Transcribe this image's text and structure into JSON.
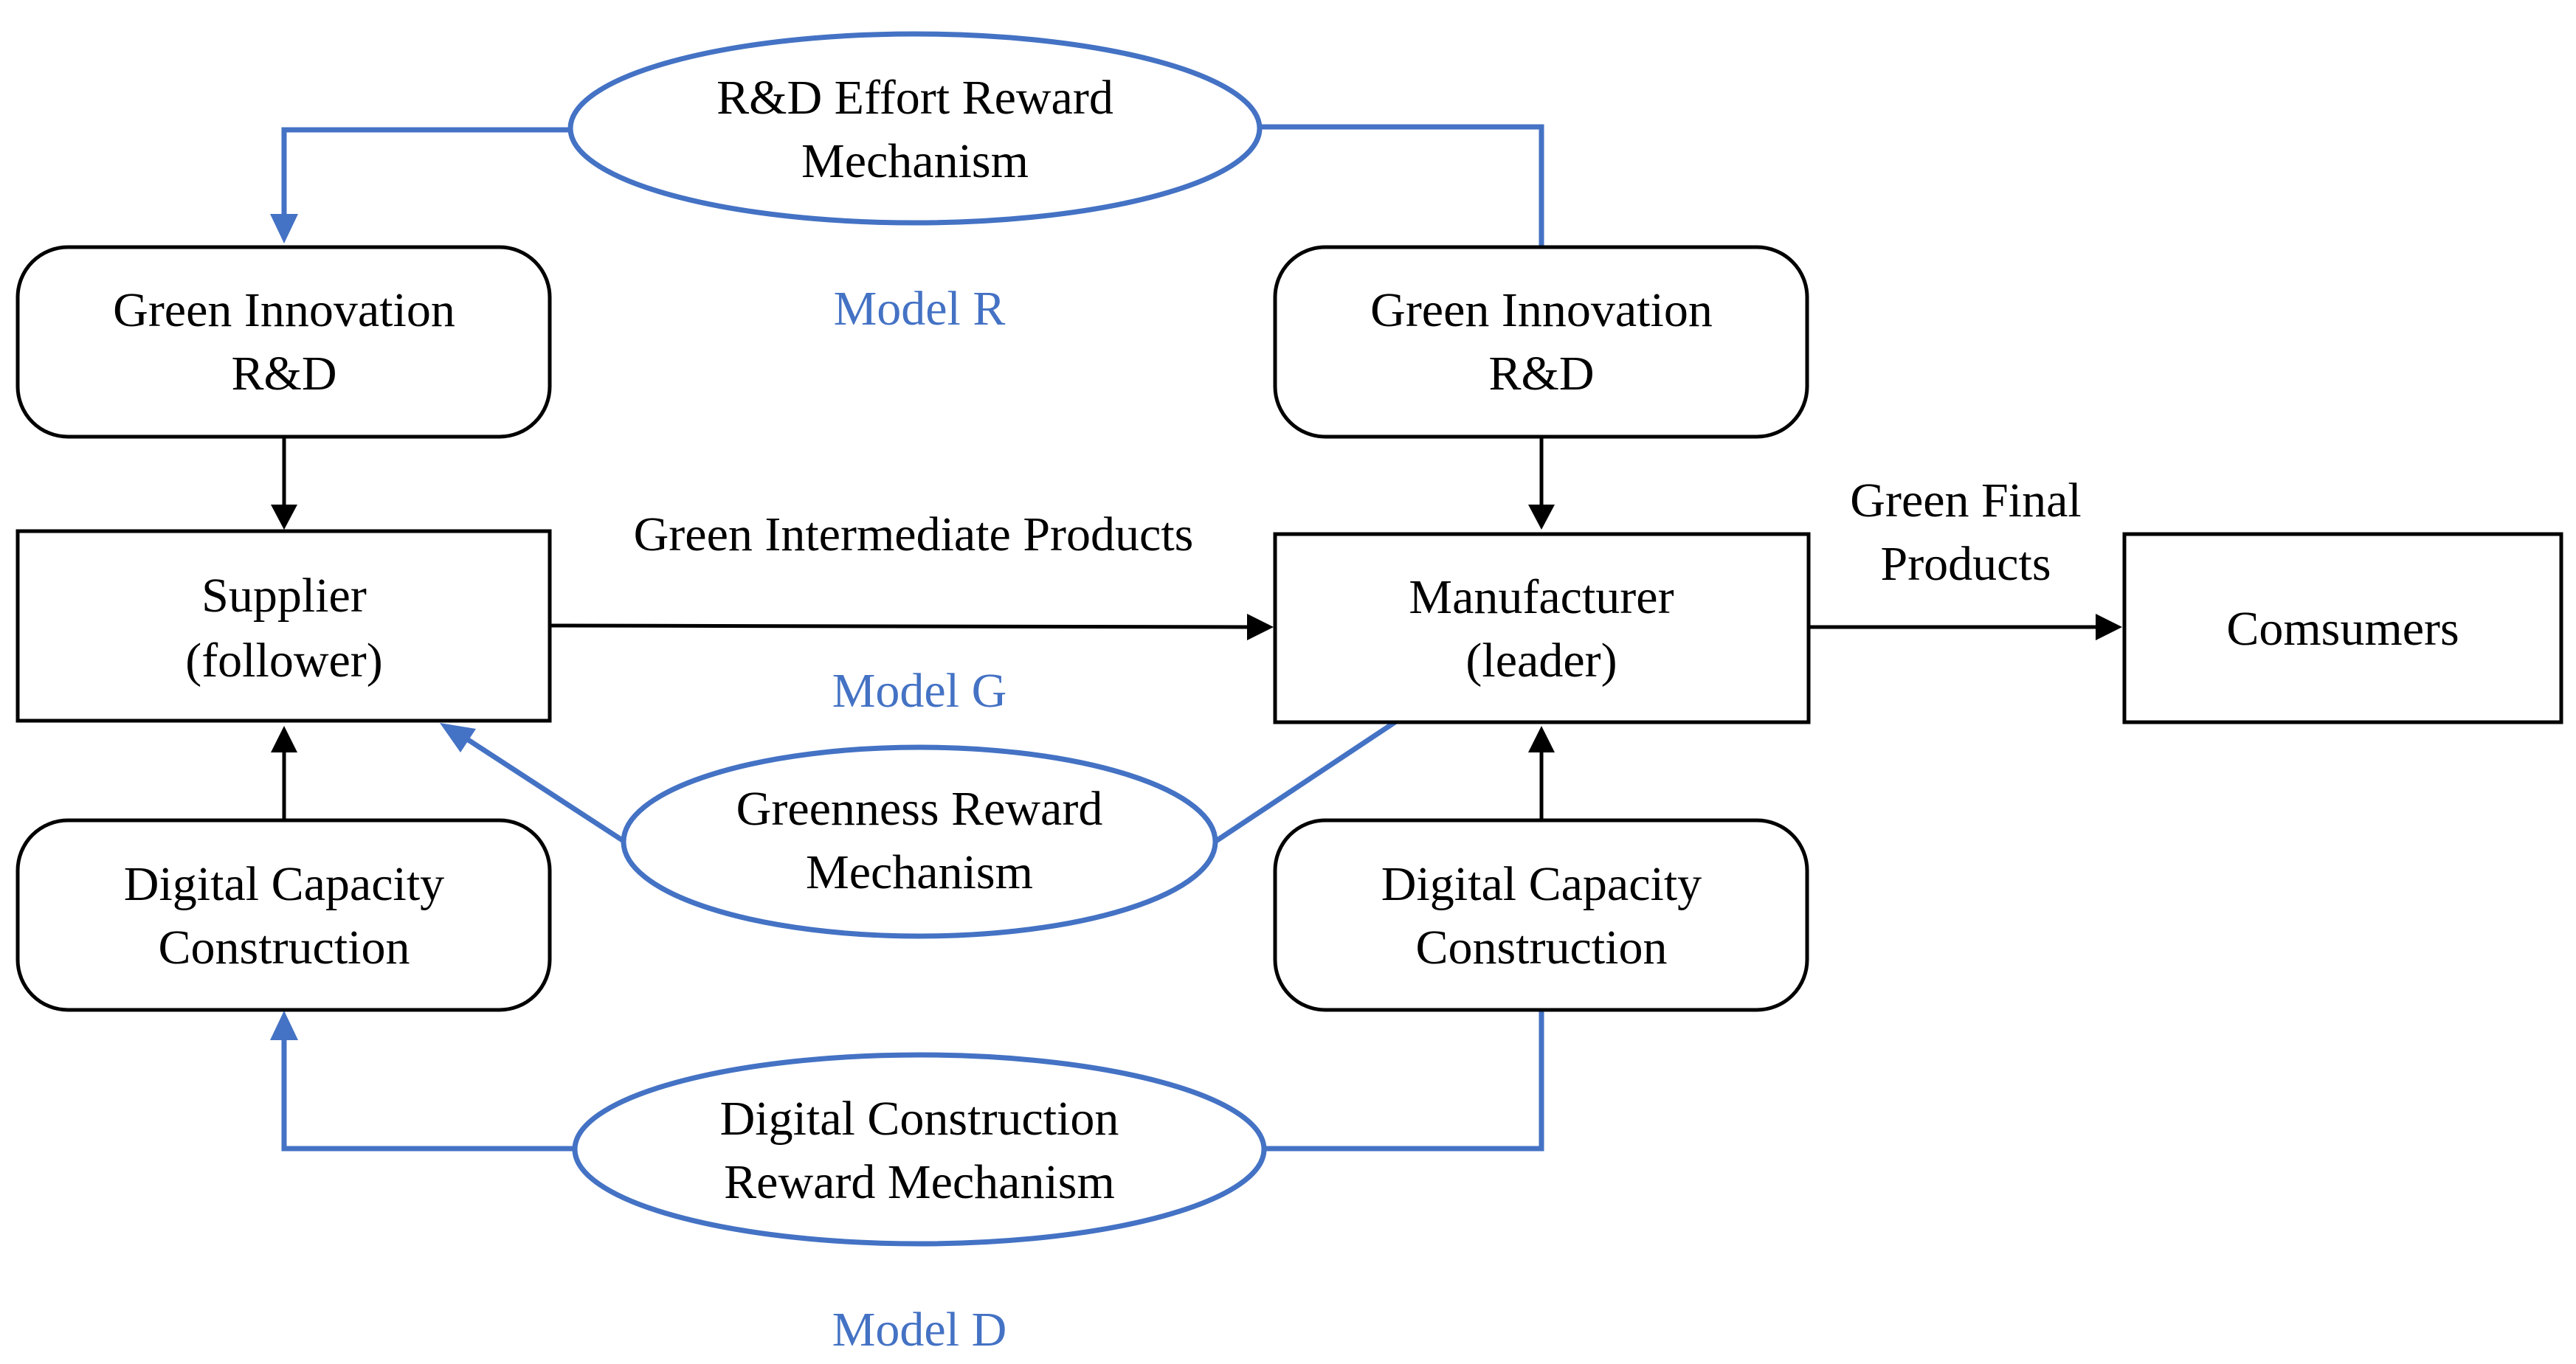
{
  "nodes": {
    "supplier_rd": {
      "line1": "Green Innovation",
      "line2": "R&D"
    },
    "manufacturer_rd": {
      "line1": "Green Innovation",
      "line2": "R&D"
    },
    "supplier": {
      "line1": "Supplier",
      "line2": "(follower)"
    },
    "manufacturer": {
      "line1": "Manufacturer",
      "line2": "(leader)"
    },
    "consumers": {
      "line1": "Comsumers"
    },
    "supplier_digital": {
      "line1": "Digital Capacity",
      "line2": "Construction"
    },
    "manufacturer_digital": {
      "line1": "Digital Capacity",
      "line2": "Construction"
    }
  },
  "mechanisms": {
    "rd_reward": {
      "line1": "R&D Effort Reward",
      "line2": "Mechanism"
    },
    "greenness_reward": {
      "line1": "Greenness Reward",
      "line2": "Mechanism"
    },
    "digital_reward": {
      "line1": "Digital Construction",
      "line2": "Reward Mechanism"
    }
  },
  "models": {
    "r": "Model R",
    "g": "Model G",
    "d": "Model D"
  },
  "flows": {
    "intermediate": "Green Intermediate Products",
    "final_line1": "Green Final",
    "final_line2": "Products"
  },
  "colors": {
    "mechanism": "#4472c4",
    "flow": "#000000"
  }
}
